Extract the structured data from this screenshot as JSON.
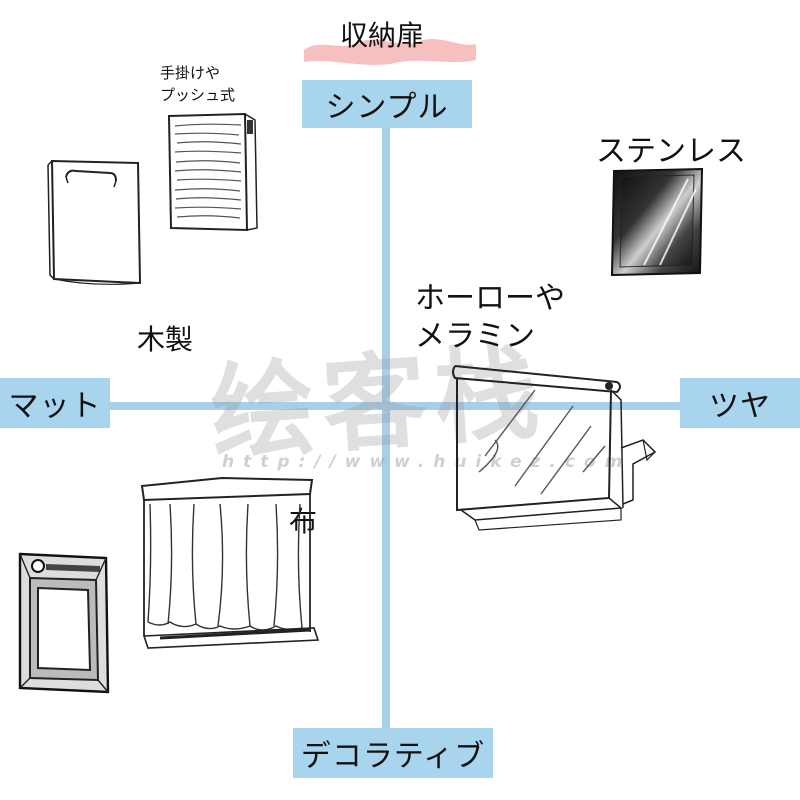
{
  "title": "収納扉",
  "axes": {
    "top": "シンプル",
    "bottom": "デコラティブ",
    "left": "マット",
    "right": "ツヤ"
  },
  "categories": {
    "wood": "木製",
    "cloth": "布",
    "stainless": "ステンレス",
    "enamel_line1": "ホーローや",
    "enamel_line2": "メラミン",
    "push_line1": "手掛けや",
    "push_line2": "プッシュ式"
  },
  "watermark": {
    "text": "绘客栈",
    "url": "http://www.huikez.com"
  },
  "colors": {
    "axis": "#a8cfe8",
    "label_bg": "#a8d4ee",
    "title_highlight": "#f5b5b5"
  }
}
